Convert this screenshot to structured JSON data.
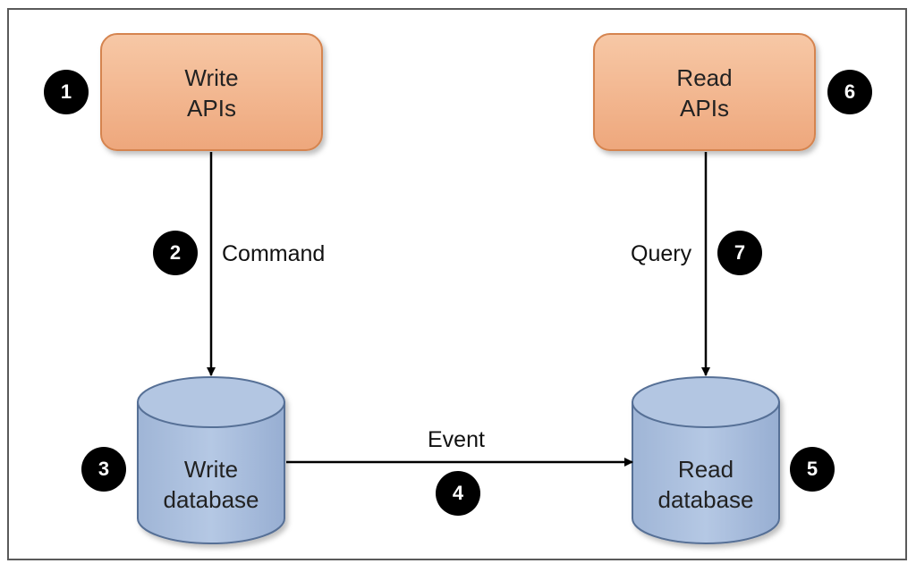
{
  "nodes": {
    "write_apis": {
      "line1": "Write",
      "line2": "APIs"
    },
    "read_apis": {
      "line1": "Read",
      "line2": "APIs"
    },
    "write_db": {
      "line1": "Write",
      "line2": "database"
    },
    "read_db": {
      "line1": "Read",
      "line2": "database"
    }
  },
  "edges": {
    "command": "Command",
    "query": "Query",
    "event": "Event"
  },
  "badges": {
    "b1": "1",
    "b2": "2",
    "b3": "3",
    "b4": "4",
    "b5": "5",
    "b6": "6",
    "b7": "7"
  },
  "colors": {
    "api_fill": "#f0b089",
    "api_border": "#d5844f",
    "db_fill": "#a9bfdd",
    "db_border": "#566f96"
  }
}
